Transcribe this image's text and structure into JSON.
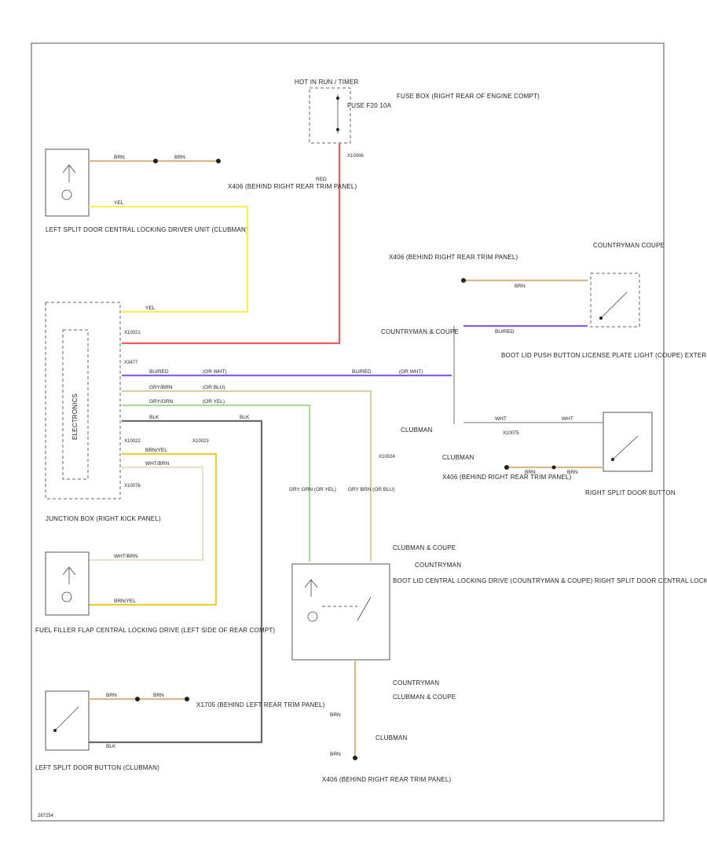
{
  "fuse_box": {
    "header": "HOT IN RUN / TIMER",
    "fuse_label": "FUSE F20 10A",
    "location": "FUSE BOX (RIGHT REAR OF ENGINE COMPT)",
    "splice": "X10006"
  },
  "connectors": {
    "x406_top": "X406 (BEHIND RIGHT REAR TRIM PANEL)",
    "x406_mid": "X406 (BEHIND RIGHT REAR TRIM PANEL)",
    "x406_right_split": "X406 (BEHIND RIGHT REAR TRIM PANEL)",
    "x406_bottom": "X406 (BEHIND RIGHT REAR TRIM PANEL)",
    "x1705": "X1705 (BEHIND LEFT REAR TRIM PANEL)"
  },
  "components": {
    "left_split_door_drive": "LEFT SPLIT DOOR CENTRAL LOCKING DRIVER UNIT (CLUBMAN)",
    "junction_box": "JUNCTION BOX (RIGHT KICK PANEL)",
    "junction_box_inner": "ELECTRONICS",
    "fuel_filler_drive": "FUEL FILLER FLAP CENTRAL LOCKING DRIVE (LEFT SIDE OF REAR COMPT)",
    "left_split_door_button": "LEFT SPLIT DOOR BUTTON (CLUBMAN)",
    "boot_lid_push_button": "BOOT LID PUSH BUTTON LICENSE PLATE LIGHT (COUPE) EXTERIOR BOOT LID BUTTON (COUNTRYMAN)",
    "right_split_door_button": "RIGHT SPLIT DOOR BUTTON",
    "boot_lid_drive": "BOOT LID CENTRAL LOCKING DRIVE (COUNTRYMAN & COUPE) RIGHT SPLIT DOOR CENTRAL LOCKING DRIVER UNIT (CLUBMAN) CLUBMAN (ON RIGHT SPLIT DOOR)"
  },
  "variants": {
    "countryman_coupe_top": "COUNTRYMAN COUPE",
    "countryman_coupe_mid": "COUNTRYMAN & COUPE",
    "clubman_mid": "CLUBMAN",
    "clubman_right": "CLUBMAN",
    "clubman_coupe_a": "CLUBMAN & COUPE",
    "countryman_a": "COUNTRYMAN",
    "countryman_b": "COUNTRYMAN",
    "clubman_coupe_b": "CLUBMAN & COUPE",
    "clubman_bottom": "CLUBMAN"
  },
  "wires": {
    "brn": "BRN",
    "yel": "YEL",
    "red": "RED",
    "bu_red": "BU/RED",
    "grn_wht": "(OR WHT)",
    "gry_brn": "GRY/BRN",
    "or_blu": "(OR BLU)",
    "gry_grn": "GRY/GRN",
    "or_yel": "(OR YEL)",
    "blk": "BLK",
    "brn_yel": "BRN/YEL",
    "wht_brn": "WHT/BRN",
    "wht": "WHT",
    "gry_vert_a": "GRY GRN (OR YEL)",
    "gry_vert_b": "GRY BRN (OR BLU)"
  },
  "splices": {
    "x10021": "X10021",
    "x3477": "X3477",
    "x10022": "X10022",
    "x10023": "X10023",
    "x10024": "X10024",
    "x10075": "X10075",
    "x10076": "X10076"
  },
  "footer_code": "287254"
}
